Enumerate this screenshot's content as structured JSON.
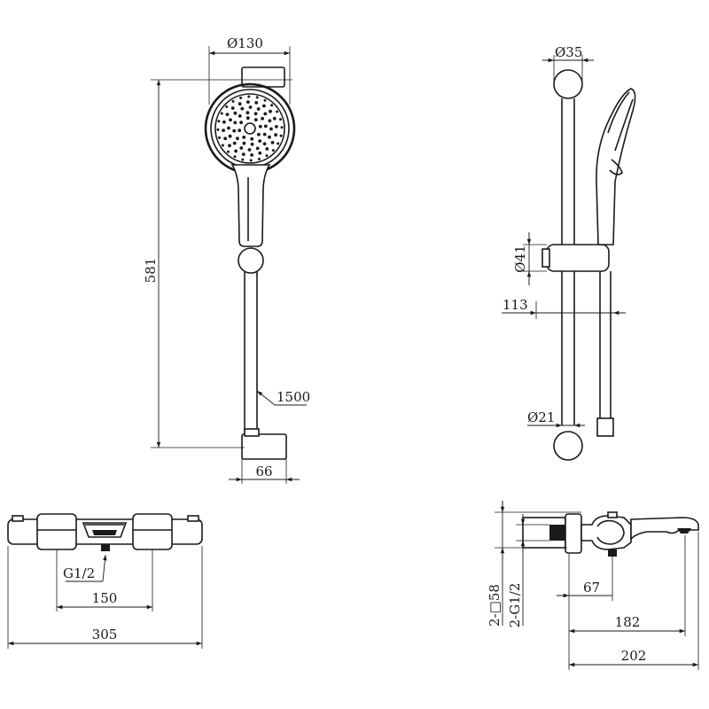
{
  "dimensions": {
    "head_diameter": "Ø130",
    "bar_diameter_top": "Ø35",
    "bracket_diameter": "Ø41",
    "bar_diameter_bottom": "Ø21",
    "rail_height": "581",
    "hose_length": "1500",
    "bottom_mount_width": "66",
    "rail_offset": "113",
    "thread_left": "G1/2",
    "inlet_spacing": "150",
    "mixer_length": "305",
    "square_spec": "2-□58",
    "thread_spec": "2-G1/2",
    "side_depth_small": "67",
    "side_depth_mid": "182",
    "side_depth_total": "202"
  }
}
